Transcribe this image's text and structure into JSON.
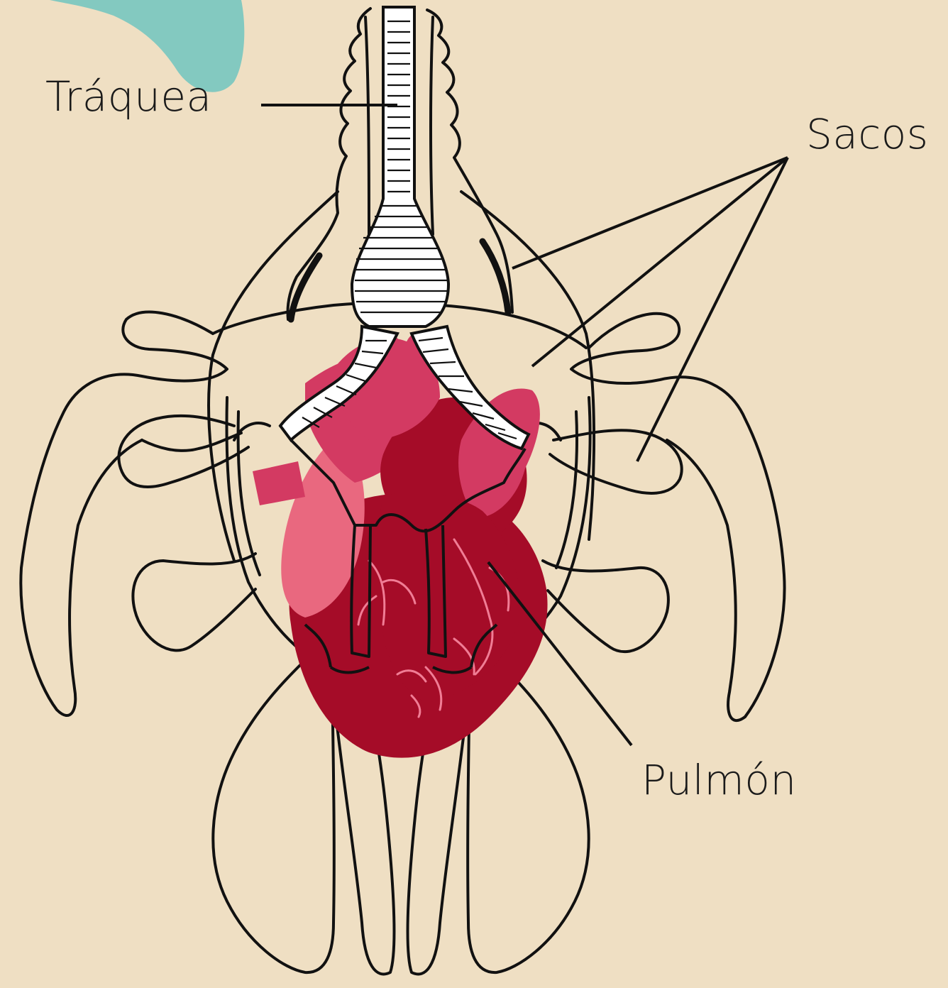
{
  "labels": {
    "traquea": "Tráquea",
    "sacos": "Sacos",
    "pulmon": "Pulmón"
  },
  "colors": {
    "background": "#efdfc3",
    "corner_blob": "#83c9c0",
    "outline": "#111111",
    "trachea_fill": "#ffffff",
    "heart_dark": "#a50c28",
    "heart_mid": "#d33a62",
    "heart_light": "#e9687f",
    "vessel_line": "#f07d95"
  },
  "icons": {
    "decoration": "teal-blob",
    "organ": "heart-silhouette"
  }
}
